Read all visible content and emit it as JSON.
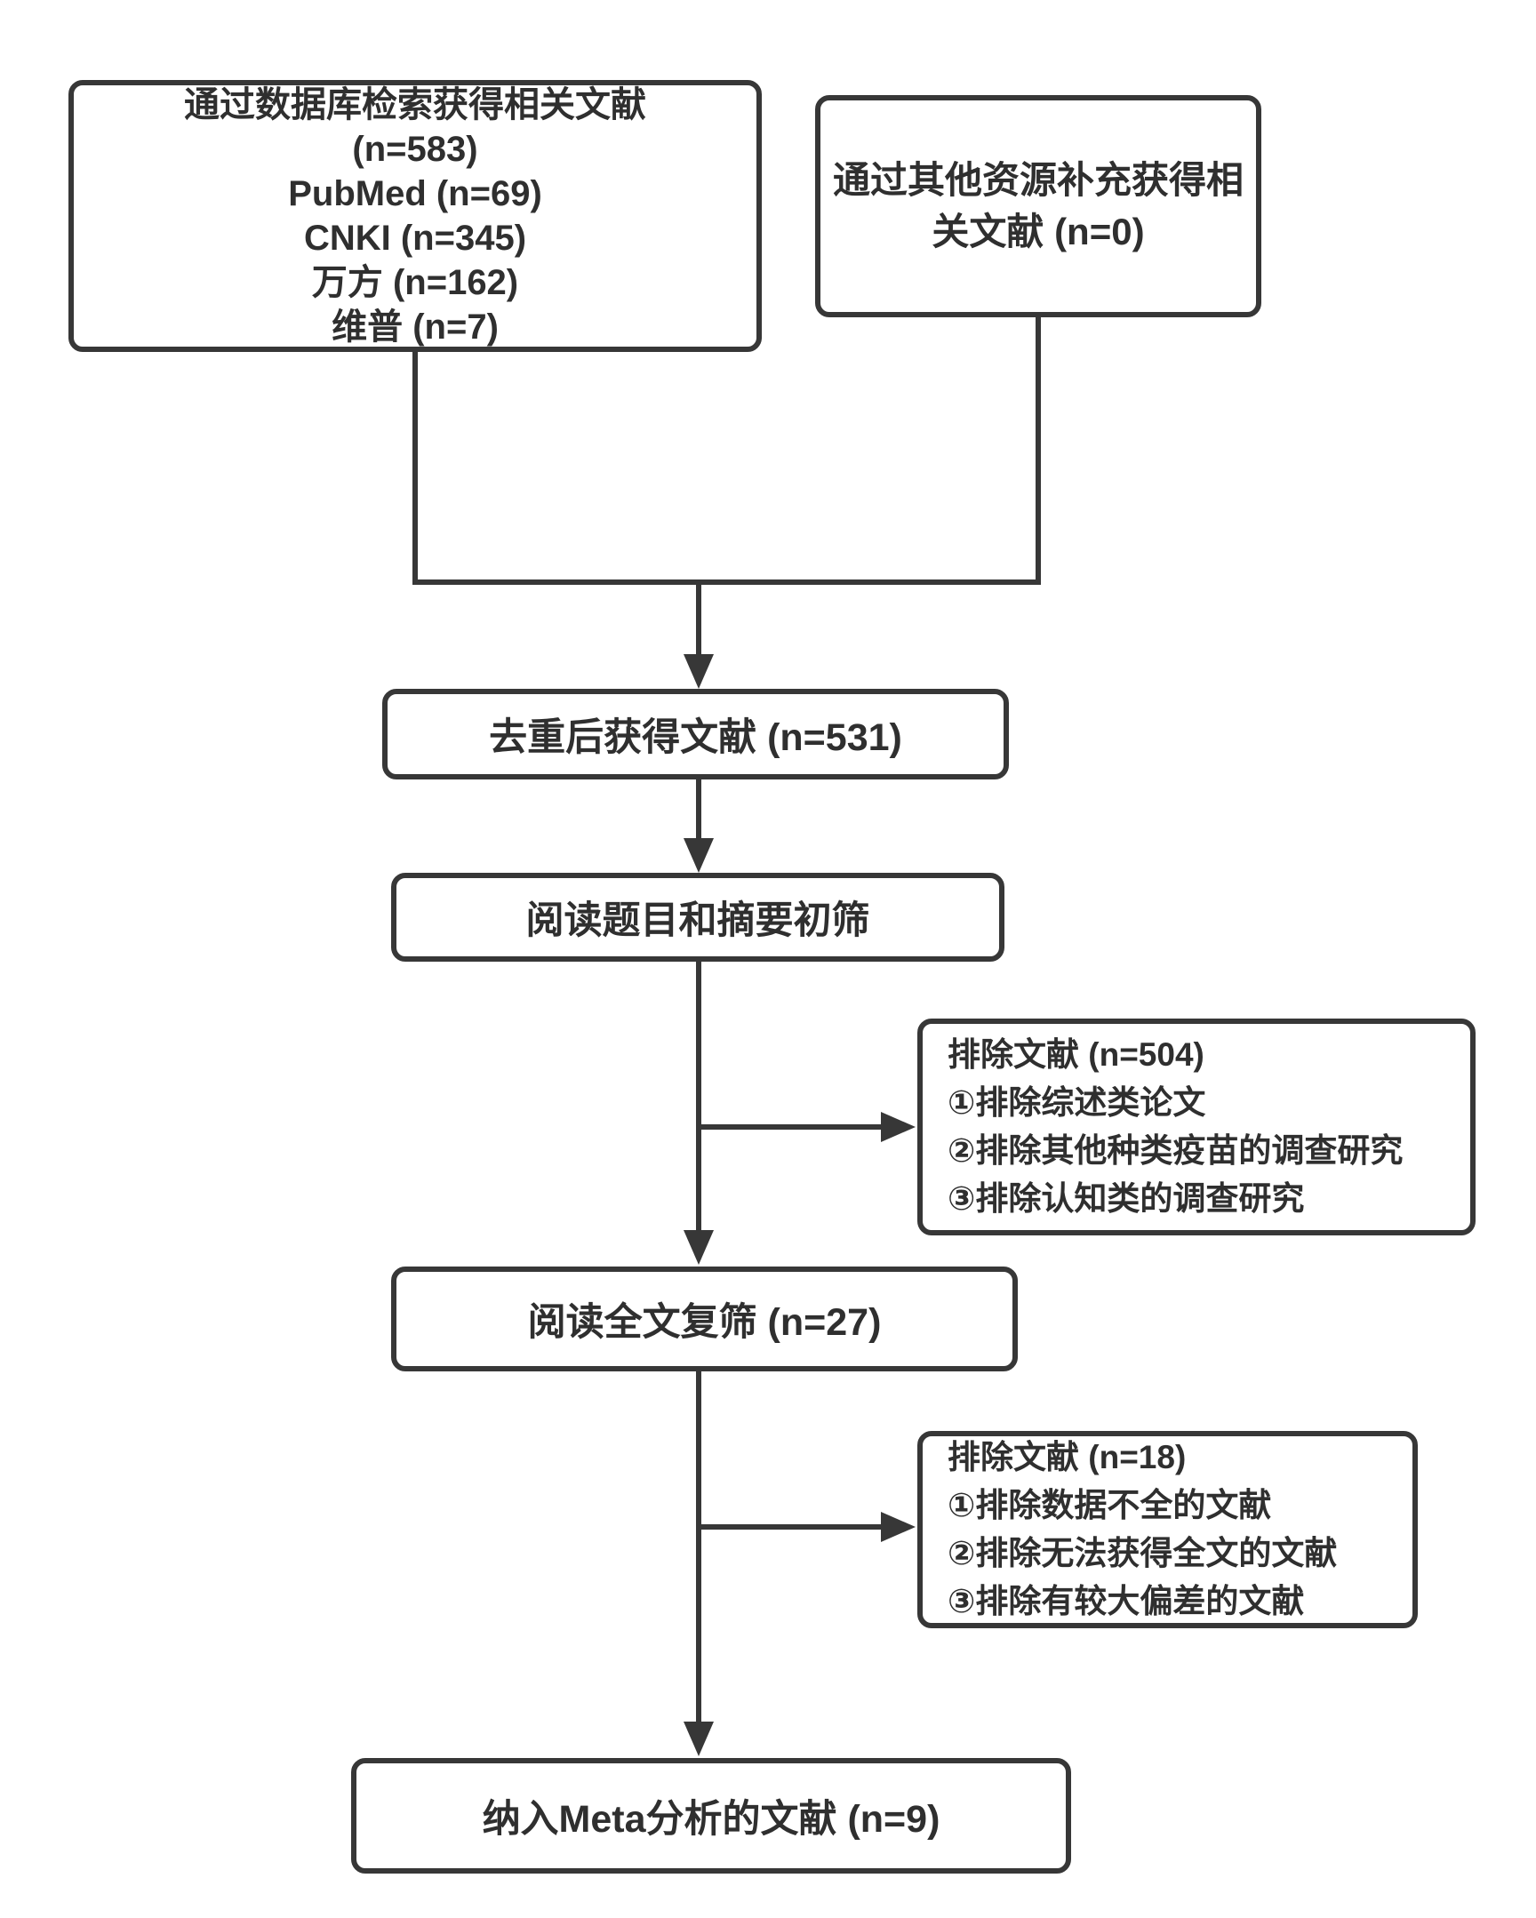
{
  "flow": {
    "database_search": {
      "lines": [
        "通过数据库检索获得相关文献",
        "(n=583)",
        "PubMed (n=69)",
        "CNKI (n=345)",
        "万方 (n=162)",
        "维普 (n=7)"
      ]
    },
    "other_sources": {
      "lines": [
        "通过其他资源补充获得相",
        "关文献 (n=0)"
      ]
    },
    "dedup": {
      "text": "去重后获得文献 (n=531)"
    },
    "title_abstract_screening": {
      "text": "阅读题目和摘要初筛"
    },
    "excluded_initial": {
      "lines": [
        "排除文献 (n=504)",
        "①排除综述类论文",
        "②排除其他种类疫苗的调查研究",
        "③排除认知类的调查研究"
      ]
    },
    "fulltext_screening": {
      "text": "阅读全文复筛 (n=27)"
    },
    "excluded_fulltext": {
      "lines": [
        "排除文献 (n=18)",
        "①排除数据不全的文献",
        "②排除无法获得全文的文献",
        "③排除有较大偏差的文献"
      ]
    },
    "included": {
      "text": "纳入Meta分析的文献 (n=9)"
    },
    "colors": {
      "stroke": "#373737",
      "text": "#2f2f2f",
      "background": "#ffffff"
    }
  }
}
